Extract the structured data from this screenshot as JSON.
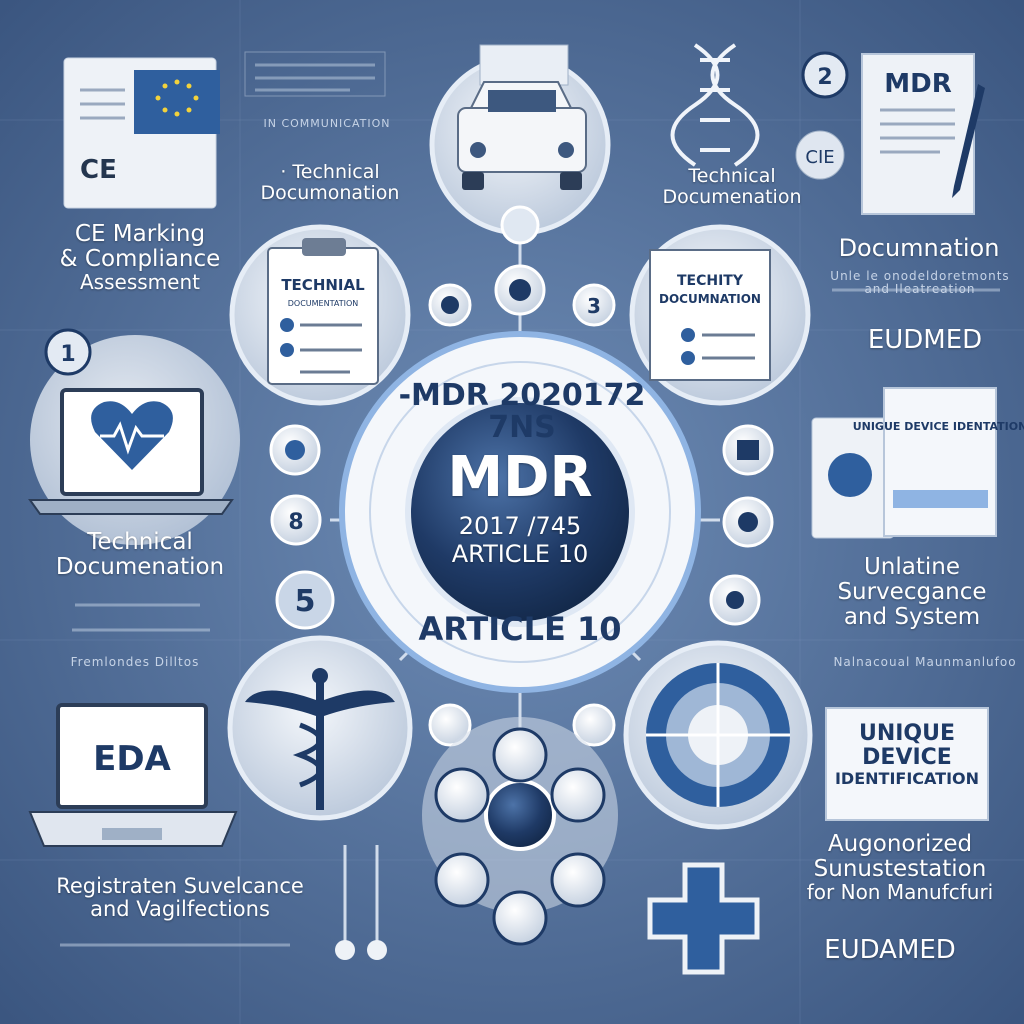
{
  "colors": {
    "background": "#4a6892",
    "background_dark": "#3b5680",
    "panel": "#dfe6f0",
    "accent_blue": "#2f5f9e",
    "ring_light": "#8fb4e3",
    "navy": "#1e3a66"
  },
  "center": {
    "ring_top_text": "-MDR 2020172 7NS",
    "ring_bottom_text": "ARTICLE 10",
    "title": "MDR",
    "year": "2017 /745",
    "article": "ARTICLE 10"
  },
  "labels": {
    "ce_marking": [
      "CE Marking",
      "& Compliance",
      "Assessment"
    ],
    "tech_doc_top_left": [
      "· Technical",
      "Documonation"
    ],
    "tech_doc_top_right": [
      "Technical",
      "Documenation"
    ],
    "tech_doc_left": [
      "Technical",
      "Documenation"
    ],
    "documnation_right": "Documnation",
    "documnation_right_sub": [
      "Unle le onodeldoretmonts",
      "and Ileatreation"
    ],
    "eudmed_right": "EUDMED",
    "unlatine": [
      "Unlatine",
      "Survecgance",
      "and  System"
    ],
    "registration": [
      "Registraten Suvelcance",
      "and Vagilfections"
    ],
    "authorized": [
      "Augonorized",
      "Sunustestation",
      "for Non Manufcfuri"
    ],
    "eudamed_bottom": "EUDAMED"
  },
  "panel_text": {
    "ce_card": "CE",
    "clipboard_title": "TECHNIAL",
    "clipboard_sub": "DOCUMENTATION",
    "doc_title": "TECHITY",
    "doc_sub": "DOCUMNATION",
    "mdr_card": "MDR",
    "udi_box": "UNIGUE DEVICE IDENTATION",
    "eda_screen": "EDA",
    "unique_box": [
      "UNIQUE",
      "DEVICE",
      "IDENTIFICATION"
    ],
    "cie_badge": "CIE"
  },
  "small_text": {
    "comm_heading": "IN COMMUNICATION",
    "left_caption": "Fremlondes Dilltos",
    "right_caption": "Nalnacoual Maunmanlufoo"
  },
  "badges": {
    "one": "1",
    "two": "2",
    "three": "3",
    "five": "5",
    "eight": "8"
  },
  "icons": [
    "eu-flag-icon",
    "ce-mark-icon",
    "car-icon",
    "dna-icon",
    "heart-pulse-icon",
    "caduceus-icon",
    "laptop-icon",
    "clipboard-icon",
    "target-icon",
    "medical-cross-icon",
    "pen-icon",
    "stethoscope-icon"
  ]
}
